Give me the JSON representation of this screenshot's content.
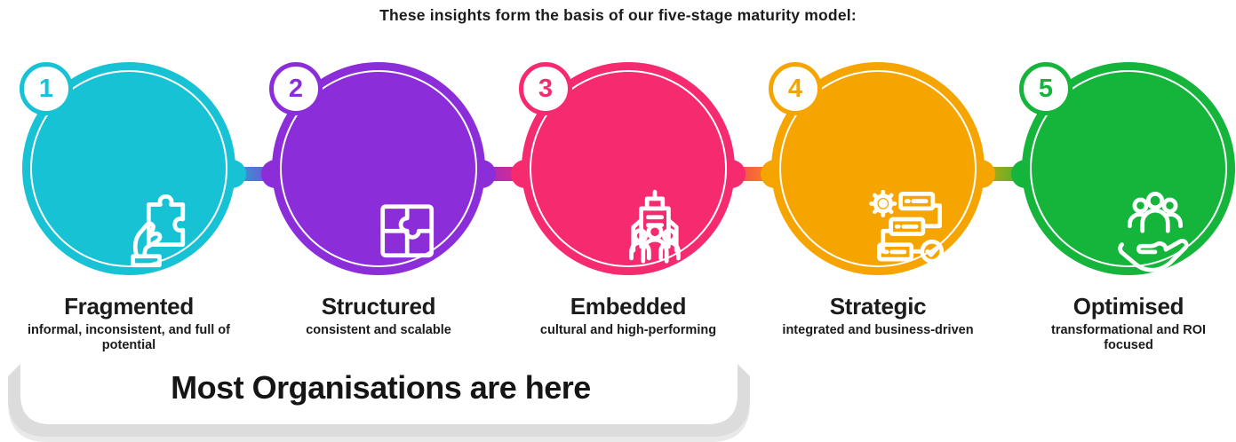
{
  "title": "These insights form the basis of our five-stage maturity model:",
  "stages": [
    {
      "number": "1",
      "name": "Fragmented",
      "description": "informal, inconsistent, and full of potential",
      "color": "#16c2d4",
      "icon": "hand-puzzle-icon"
    },
    {
      "number": "2",
      "name": "Structured",
      "description": "consistent and scalable",
      "color": "#8b2ed9",
      "icon": "puzzle-grid-icon"
    },
    {
      "number": "3",
      "name": "Embedded",
      "description": "cultural and high-performing",
      "color": "#f62a6e",
      "icon": "organization-people-icon"
    },
    {
      "number": "4",
      "name": "Strategic",
      "description": "integrated and business-driven",
      "color": "#f6a500",
      "icon": "process-workflow-icon"
    },
    {
      "number": "5",
      "name": "Optimised",
      "description": "transformational and ROI focused",
      "color": "#15b53c",
      "icon": "people-in-hand-icon"
    }
  ],
  "callout": {
    "label": "Most Organisations are here",
    "spans_stages": "1-3",
    "bracket_color": "#dcdcdc",
    "bracket_shadow_color": "#e9e9e9"
  }
}
